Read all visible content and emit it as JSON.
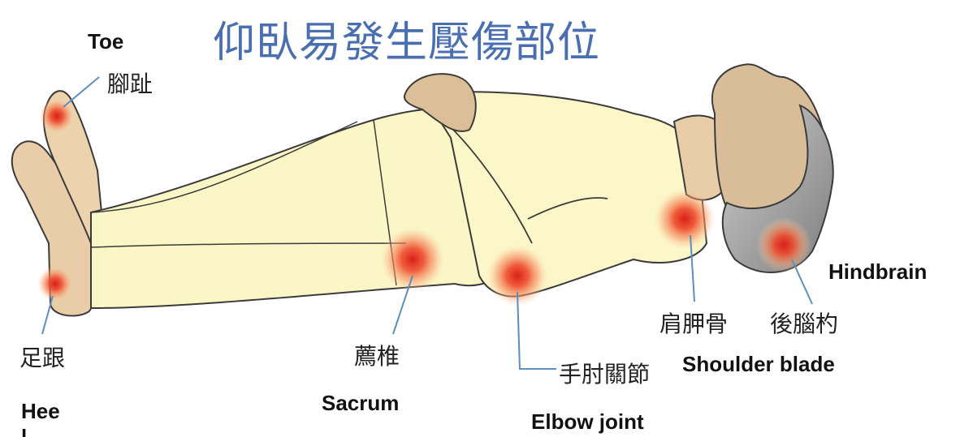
{
  "title": "仰臥易發生壓傷部位",
  "labels": {
    "toe_zh": "腳趾",
    "toe_en": "Toe",
    "heel_zh": "足跟",
    "heel_en": "Hee",
    "heel_en_cut": "l",
    "sacrum_zh": "薦椎",
    "sacrum_en": "Sacrum",
    "elbow_zh": "手肘關節",
    "elbow_en": "Elbow joint",
    "shoulder_zh": "肩胛骨",
    "shoulder_en": "Shoulder blade",
    "hindbrain_zh": "後腦杓",
    "hindbrain_en": "Hindbrain"
  },
  "colors": {
    "title": "#4a6fb0",
    "clothing": "#fbf6c6",
    "skin": "#e6c9a3",
    "hair": "#9a9a9a",
    "pressure_spot": "#e8312a"
  }
}
